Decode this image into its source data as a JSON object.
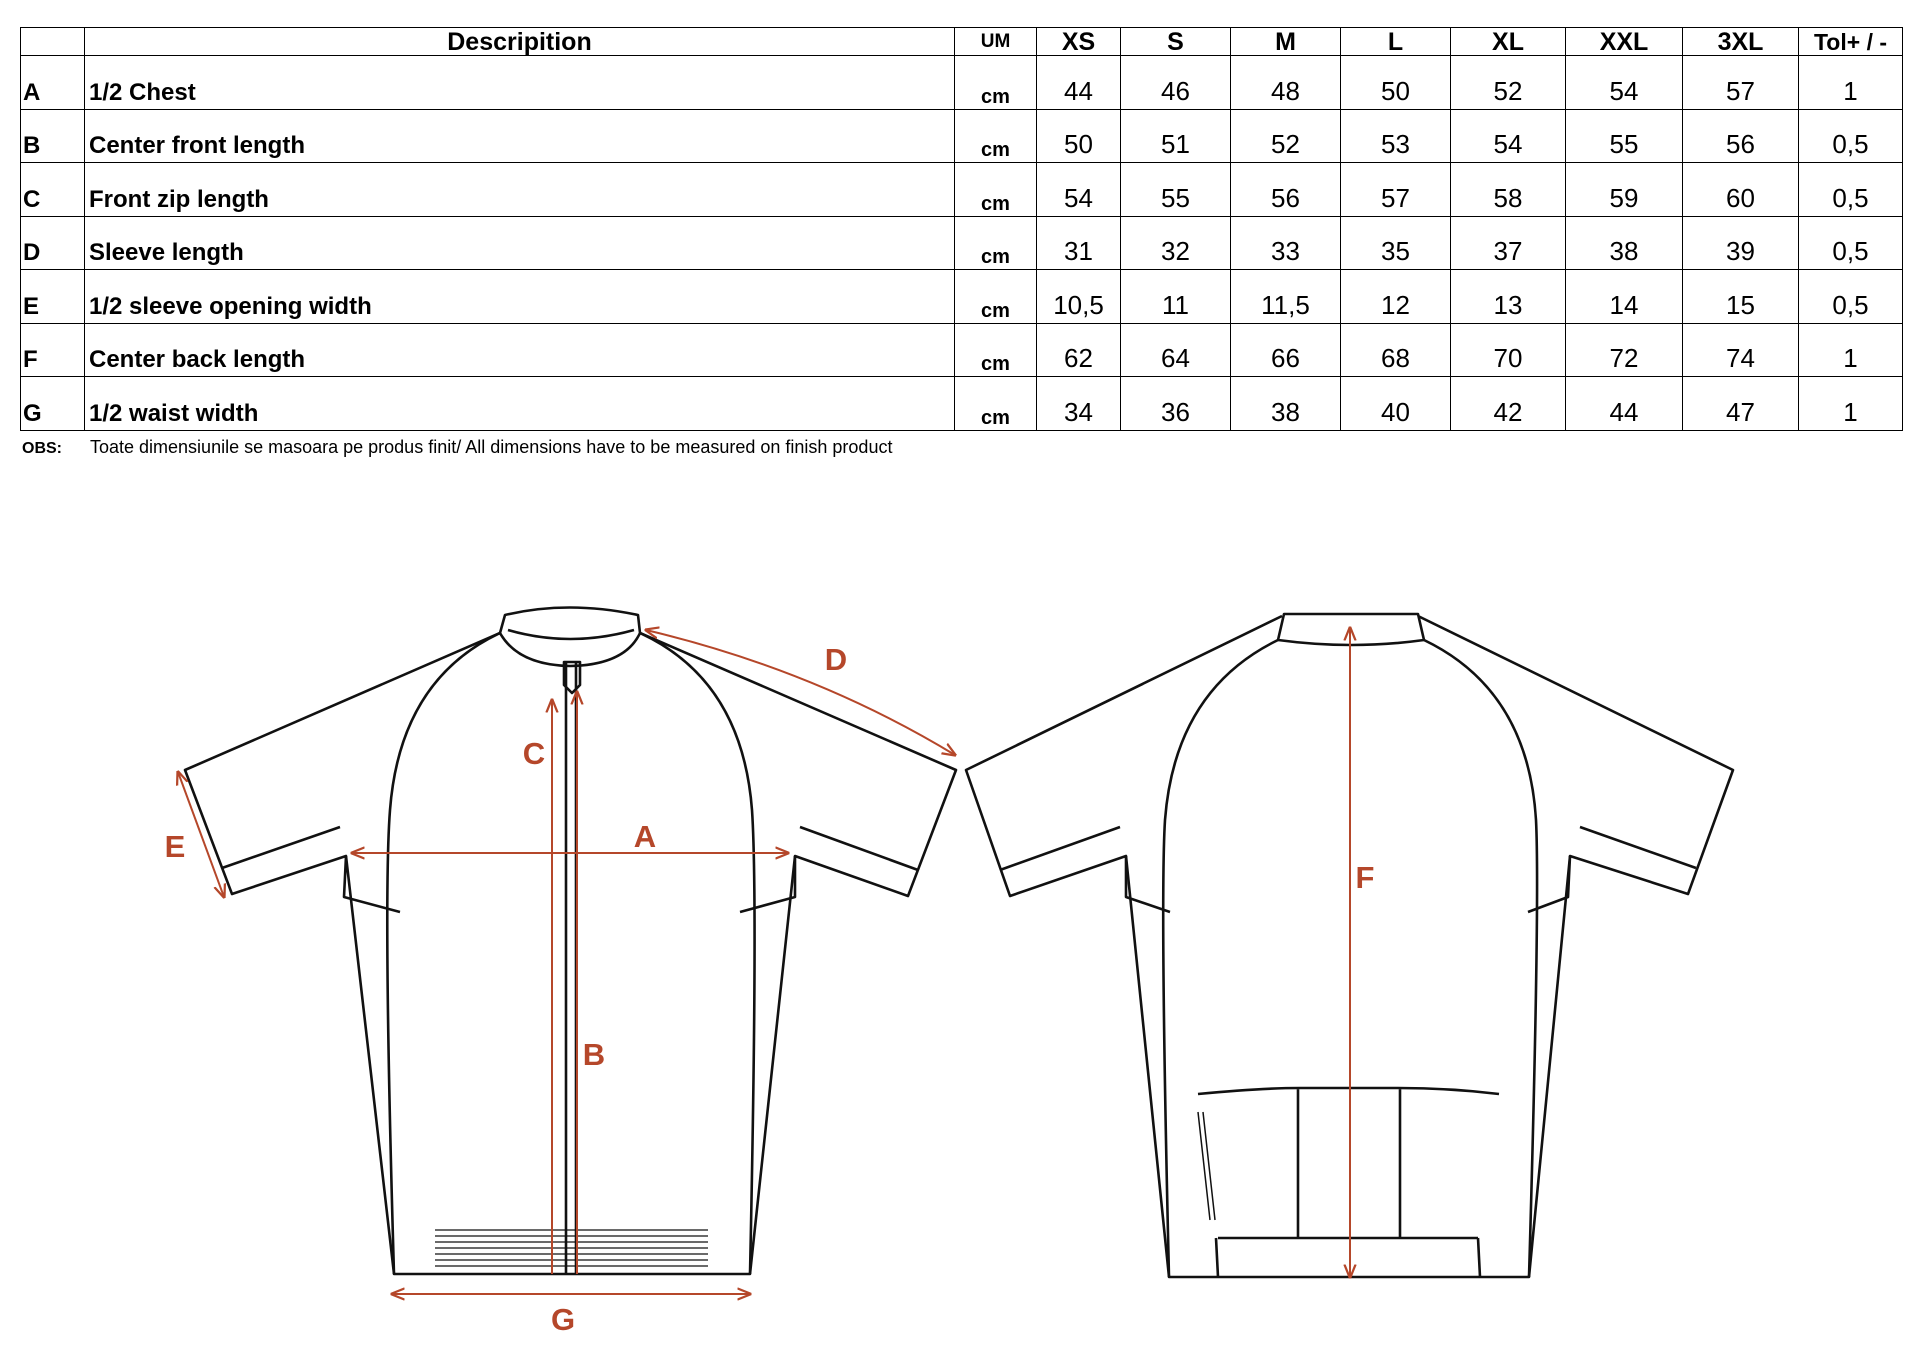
{
  "table": {
    "header": {
      "description": "Descripition",
      "um": "UM",
      "sizes": [
        "XS",
        "S",
        "M",
        "L",
        "XL",
        "XXL",
        "3XL"
      ],
      "tolerance": "Tol+ / -"
    },
    "rows": [
      {
        "code": "A",
        "description": "1/2 Chest",
        "um": "cm",
        "values": [
          "44",
          "46",
          "48",
          "50",
          "52",
          "54",
          "57"
        ],
        "tol": "1"
      },
      {
        "code": "B",
        "description": "Center front length",
        "um": "cm",
        "values": [
          "50",
          "51",
          "52",
          "53",
          "54",
          "55",
          "56"
        ],
        "tol": "0,5"
      },
      {
        "code": "C",
        "description": "Front zip length",
        "um": "cm",
        "values": [
          "54",
          "55",
          "56",
          "57",
          "58",
          "59",
          "60"
        ],
        "tol": "0,5"
      },
      {
        "code": "D",
        "description": "Sleeve length",
        "um": "cm",
        "values": [
          "31",
          "32",
          "33",
          "35",
          "37",
          "38",
          "39"
        ],
        "tol": "0,5"
      },
      {
        "code": "E",
        "description": "1/2 sleeve opening width",
        "um": "cm",
        "values": [
          "10,5",
          "11",
          "11,5",
          "12",
          "13",
          "14",
          "15"
        ],
        "tol": "0,5"
      },
      {
        "code": "F",
        "description": "Center back length",
        "um": "cm",
        "values": [
          "62",
          "64",
          "66",
          "68",
          "70",
          "72",
          "74"
        ],
        "tol": "1"
      },
      {
        "code": "G",
        "description": "1/2 waist width",
        "um": "cm",
        "values": [
          "34",
          "36",
          "38",
          "40",
          "42",
          "44",
          "47"
        ],
        "tol": "1"
      }
    ]
  },
  "obs": {
    "label": "OBS:",
    "text": "Toate dimensiunile se masoara pe produs finit/ All dimensions have to be measured on finish product"
  },
  "drawing": {
    "measure_color": "#b5472a",
    "labels": {
      "A": "A",
      "B": "B",
      "C": "C",
      "D": "D",
      "E": "E",
      "F": "F",
      "G": "G"
    }
  }
}
